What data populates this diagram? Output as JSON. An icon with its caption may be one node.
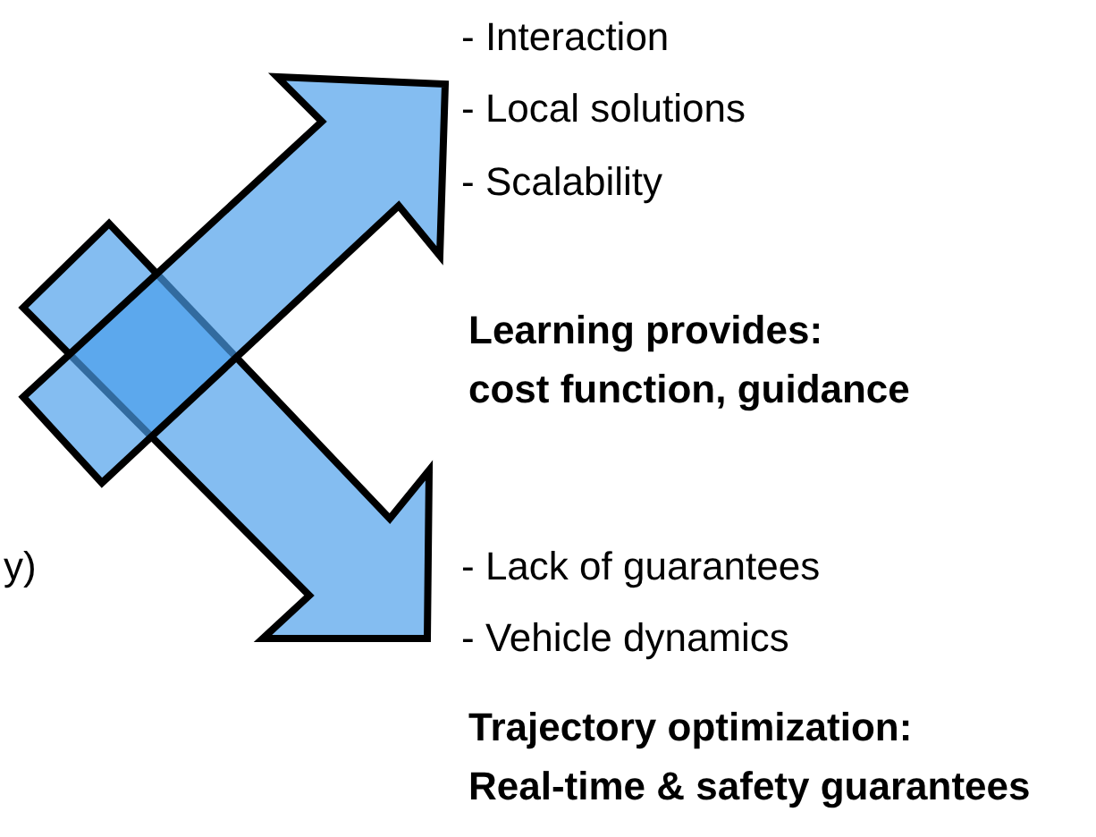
{
  "diagram": {
    "labels": [
      "- Interaction",
      "- Local solutions",
      "- Scalability",
      "Learning provides: cost function, guidance",
      "y)",
      "- Lack of guarantees",
      "- Vehicle dynamics",
      "Trajectory optimization: Real-time & safety guarantees"
    ]
  }
}
